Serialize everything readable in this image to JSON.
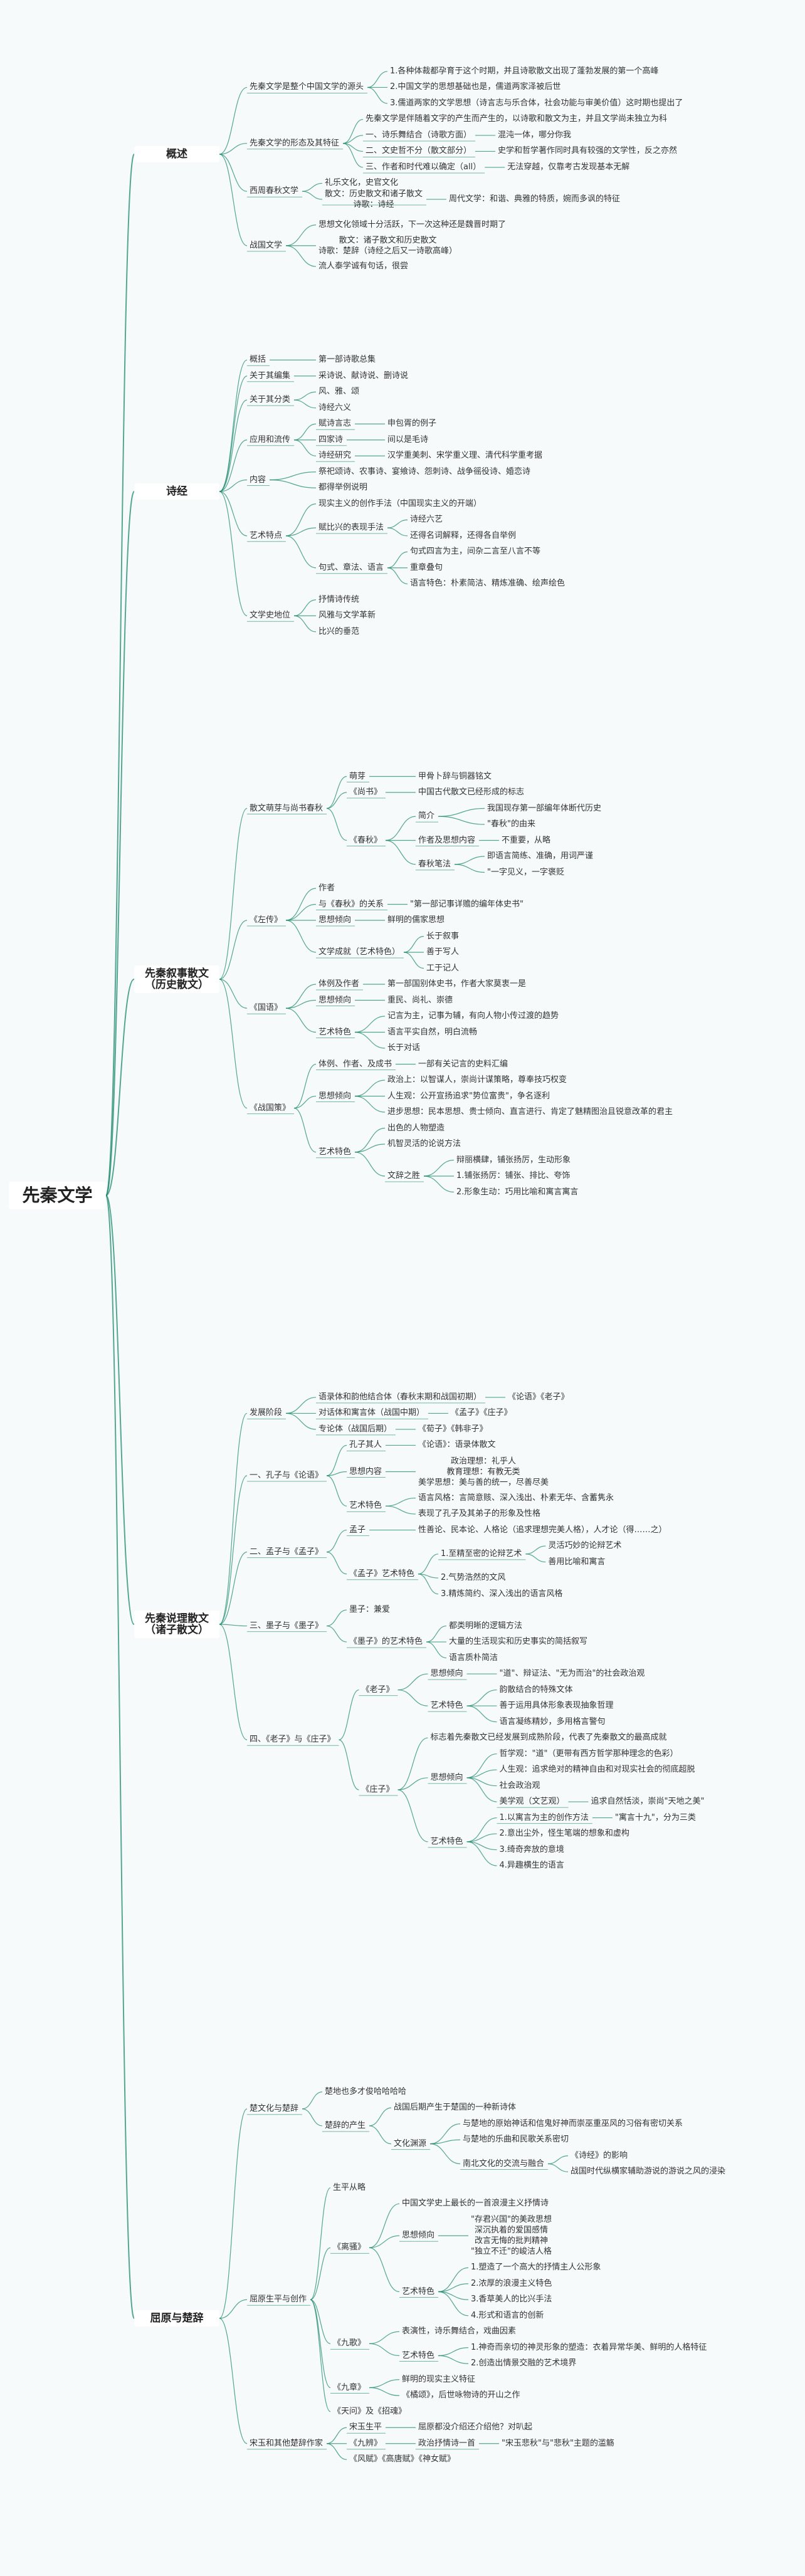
{
  "root": "先秦文学",
  "sections": [
    {
      "label": "概述",
      "children": [
        {
          "label": "先秦文学是整个中国文学的源头",
          "children": [
            {
              "label": "1.各种体裁都孕育于这个时期，并且诗歌散文出现了蓬勃发展的第一个高峰"
            },
            {
              "label": "2.中国文学的思想基础也是，儒道两家泽被后世"
            },
            {
              "label": "3.儒道两家的文学思想（诗言志与乐合体，社会功能与审美价值）这时期也提出了"
            }
          ]
        },
        {
          "label": "先秦文学的形态及其特征",
          "children": [
            {
              "label": "先秦文学是伴随着文字的产生而产生的，以诗歌和散文为主，并且文学尚未独立为科"
            },
            {
              "label": "一、诗乐舞结合（诗歌方面）",
              "children": [
                {
                  "label": "混沌一体，哪分你我"
                }
              ]
            },
            {
              "label": "二、文史哲不分（散文部分）",
              "children": [
                {
                  "label": "史学和哲学著作同时具有较强的文学性，反之亦然"
                }
              ]
            },
            {
              "label": "三、作者和时代难以确定（all）",
              "children": [
                {
                  "label": "无法穿越，仅靠考古发现基本无解"
                }
              ]
            }
          ]
        },
        {
          "label": "西周春秋文学",
          "children": [
            {
              "label": "礼乐文化，史官文化"
            },
            {
              "label": "散文：历史散文和诸子散文\n诗歌：诗经",
              "children": [
                {
                  "label": "周代文学：和谐、典雅的特质，婉而多讽的特征"
                }
              ]
            }
          ]
        },
        {
          "label": "战国文学",
          "children": [
            {
              "label": "思想文化领域十分活跃，下一次这种还是魏晋时期了"
            },
            {
              "label": "散文：诸子散文和历史散文\n诗歌：楚辞（诗经之后又一诗歌高峰）"
            },
            {
              "label": "流人泰学诚有句话，很尝"
            }
          ]
        }
      ]
    },
    {
      "label": "诗经",
      "children": [
        {
          "label": "概括",
          "children": [
            {
              "label": "第一部诗歌总集"
            }
          ]
        },
        {
          "label": "关于其编集",
          "children": [
            {
              "label": "采诗说、献诗说、删诗说"
            }
          ]
        },
        {
          "label": "关于其分类",
          "children": [
            {
              "label": "风、雅、颂"
            },
            {
              "label": "诗经六义"
            }
          ]
        },
        {
          "label": "应用和流传",
          "children": [
            {
              "label": "赋诗言志",
              "children": [
                {
                  "label": "申包胥的例子"
                }
              ]
            },
            {
              "label": "四家诗",
              "children": [
                {
                  "label": "间以是毛诗"
                }
              ]
            },
            {
              "label": "诗经研究",
              "children": [
                {
                  "label": "汉学重美刺、宋学重义理、清代科学重考据"
                }
              ]
            }
          ]
        },
        {
          "label": "内容",
          "children": [
            {
              "label": "祭祀颂诗、农事诗、宴飨诗、怨刺诗、战争徭役诗、婚恋诗"
            },
            {
              "label": "都得举例说明"
            }
          ]
        },
        {
          "label": "艺术特点",
          "children": [
            {
              "label": "现实主义的创作手法（中国现实主义的开端）"
            },
            {
              "label": "赋比兴的表现手法",
              "children": [
                {
                  "label": "诗经六艺"
                },
                {
                  "label": "还得名词解释，还得各自举例"
                }
              ]
            },
            {
              "label": "句式、章法、语言",
              "children": [
                {
                  "label": "句式四言为主，间杂二言至八言不等"
                },
                {
                  "label": "重章叠句"
                },
                {
                  "label": "语言特色：朴素简洁、精炼准确、绘声绘色"
                }
              ]
            }
          ]
        },
        {
          "label": "文学史地位",
          "children": [
            {
              "label": "抒情诗传统"
            },
            {
              "label": "风雅与文学革新"
            },
            {
              "label": "比兴的垂范"
            }
          ]
        }
      ]
    },
    {
      "label": "先秦叙事散文\n（历史散文）",
      "children": [
        {
          "label": "散文萌芽与尚书春秋",
          "children": [
            {
              "label": "萌芽",
              "children": [
                {
                  "label": "甲骨卜辞与铜器铭文"
                }
              ]
            },
            {
              "label": "《尚书》",
              "children": [
                {
                  "label": "中国古代散文已经形成的标志"
                }
              ]
            },
            {
              "label": "《春秋》",
              "children": [
                {
                  "label": "简介",
                  "children": [
                    {
                      "label": "我国现存第一部编年体断代历史"
                    },
                    {
                      "label": "\"春秋\"的由来"
                    }
                  ]
                },
                {
                  "label": "作者及思想内容",
                  "children": [
                    {
                      "label": "不重要，从略"
                    }
                  ]
                },
                {
                  "label": "春秋笔法",
                  "children": [
                    {
                      "label": "即语言简练、准确，用词严谨"
                    },
                    {
                      "label": "\"一字见义，一字褒贬"
                    }
                  ]
                }
              ]
            }
          ]
        },
        {
          "label": "《左传》",
          "children": [
            {
              "label": "作者"
            },
            {
              "label": "与《春秋》的关系",
              "children": [
                {
                  "label": "\"第一部记事详赡的编年体史书\""
                }
              ]
            },
            {
              "label": "思想倾向",
              "children": [
                {
                  "label": "鲜明的儒家思想"
                }
              ]
            },
            {
              "label": "文学成就（艺术特色）",
              "children": [
                {
                  "label": "长于叙事"
                },
                {
                  "label": "善于写人"
                },
                {
                  "label": "工于记人"
                }
              ]
            }
          ]
        },
        {
          "label": "《国语》",
          "children": [
            {
              "label": "体例及作者",
              "children": [
                {
                  "label": "第一部国别体史书，作者大家莫衷一是"
                }
              ]
            },
            {
              "label": "思想倾向",
              "children": [
                {
                  "label": "重民、尚礼、崇德"
                }
              ]
            },
            {
              "label": "艺术特色",
              "children": [
                {
                  "label": "记言为主，记事为辅，有向人物小传过渡的趋势"
                },
                {
                  "label": "语言平实自然，明白流畅"
                },
                {
                  "label": "长于对话"
                }
              ]
            }
          ]
        },
        {
          "label": "《战国策》",
          "children": [
            {
              "label": "体例、作者、及成书",
              "children": [
                {
                  "label": "一部有关记言的史料汇编"
                }
              ]
            },
            {
              "label": "思想倾向",
              "children": [
                {
                  "label": "政治上：以智谋人，崇尚计谋策略，尊奉技巧权变"
                },
                {
                  "label": "人生观：公开宣扬追求\"势位富贵\"，争名逐利"
                },
                {
                  "label": "进步思想：民本思想、贵士倾向、直言进行、肯定了魅精图治且锐意改革的君主"
                }
              ]
            },
            {
              "label": "艺术特色",
              "children": [
                {
                  "label": "出色的人物塑造"
                },
                {
                  "label": "机智灵活的论说方法"
                },
                {
                  "label": "文辞之胜",
                  "children": [
                    {
                      "label": "辩丽横肆，铺张扬厉，生动形象"
                    },
                    {
                      "label": "1.铺张扬厉：铺张、排比、夸饰"
                    },
                    {
                      "label": "2.形象生动：巧用比喻和寓言寓言"
                    }
                  ]
                }
              ]
            }
          ]
        }
      ]
    },
    {
      "label": "先秦说理散文\n（诸子散文）",
      "children": [
        {
          "label": "发展阶段",
          "children": [
            {
              "label": "语录体和韵他结合体（春秋末期和战国初期）",
              "children": [
                {
                  "label": "《论语》《老子》"
                }
              ]
            },
            {
              "label": "对话体和寓言体（战国中期）",
              "children": [
                {
                  "label": "《孟子》《庄子》"
                }
              ]
            },
            {
              "label": "专论体（战国后期）",
              "children": [
                {
                  "label": "《荀子》《韩非子》"
                }
              ]
            }
          ]
        },
        {
          "label": "一、孔子与《论语》",
          "children": [
            {
              "label": "孔子其人",
              "children": [
                {
                  "label": "《论语》：语录体散文"
                }
              ]
            },
            {
              "label": "思想内容",
              "children": [
                {
                  "label": "政治理想：礼乎人\n教育理想：有教无类\n美学思想：美与善的统一，尽善尽美"
                }
              ]
            },
            {
              "label": "艺术特色",
              "children": [
                {
                  "label": "语言风格：言简意赅、深入浅出、朴素无华、含蓄隽永"
                },
                {
                  "label": "表现了孔子及其弟子的形象及性格"
                }
              ]
            }
          ]
        },
        {
          "label": "二、孟子与《孟子》",
          "children": [
            {
              "label": "孟子",
              "children": [
                {
                  "label": "性善论、民本论、人格论（追求理想完美人格），人才论（得……之）"
                }
              ]
            },
            {
              "label": "《孟子》艺术特色",
              "children": [
                {
                  "label": "1.至精至密的论辩艺术",
                  "children": [
                    {
                      "label": "灵活巧妙的论辩艺术"
                    },
                    {
                      "label": "善用比喻和寓言"
                    }
                  ]
                },
                {
                  "label": "2.气势浩然的文风"
                },
                {
                  "label": "3.精炼简约、深入浅出的语言风格"
                }
              ]
            }
          ]
        },
        {
          "label": "三、墨子与《墨子》",
          "children": [
            {
              "label": "墨子：兼爱"
            },
            {
              "label": "《墨子》的艺术特色",
              "children": [
                {
                  "label": "都类明晰的逻辑方法"
                },
                {
                  "label": "大量的生活现实和历史事实的简括叙写"
                },
                {
                  "label": "语言质朴简洁"
                }
              ]
            }
          ]
        },
        {
          "label": "四、《老子》与《庄子》",
          "children": [
            {
              "label": "《老子》",
              "children": [
                {
                  "label": "思想倾向",
                  "children": [
                    {
                      "label": "\"道\"、辩证法、\"无为而治\"的社会政治观"
                    }
                  ]
                },
                {
                  "label": "艺术特色",
                  "children": [
                    {
                      "label": "韵散结合的特殊文体"
                    },
                    {
                      "label": "善于运用具体形象表现抽象哲理"
                    },
                    {
                      "label": "语言凝练精妙，多用格言警句"
                    }
                  ]
                }
              ]
            },
            {
              "label": "《庄子》",
              "children": [
                {
                  "label": "标志着先秦散文已经发展到成熟阶段，代表了先秦散文的最高成就"
                },
                {
                  "label": "思想倾向",
                  "children": [
                    {
                      "label": "哲学观：\"道\"（更带有西方哲学那种理念的色彩）"
                    },
                    {
                      "label": "人生观：追求绝对的精神自由和对现实社会的彻底超脱"
                    },
                    {
                      "label": "社会政治观"
                    },
                    {
                      "label": "美学观（文艺观）",
                      "children": [
                        {
                          "label": "追求自然恬淡，崇尚\"天地之美\""
                        }
                      ]
                    }
                  ]
                },
                {
                  "label": "艺术特色",
                  "children": [
                    {
                      "label": "1.以寓言为主的创作方法",
                      "children": [
                        {
                          "label": "\"寓言十九\"，分为三类"
                        }
                      ]
                    },
                    {
                      "label": "2.意出尘外，怪生笔端的想象和虚构"
                    },
                    {
                      "label": "3.绮奇奔放的意境"
                    },
                    {
                      "label": "4.异趣横生的语言"
                    }
                  ]
                }
              ]
            }
          ]
        }
      ]
    },
    {
      "label": "屈原与楚辞",
      "children": [
        {
          "label": "楚文化与楚辞",
          "children": [
            {
              "label": "楚地也多才俊哈哈哈哈"
            },
            {
              "label": "楚辞的产生",
              "children": [
                {
                  "label": "战国后期产生于楚国的一种新诗体"
                },
                {
                  "label": "文化渊源",
                  "children": [
                    {
                      "label": "与楚地的原始神话和信鬼好神而崇巫重巫风的习俗有密切关系"
                    },
                    {
                      "label": "与楚地的乐曲和民歌关系密切"
                    },
                    {
                      "label": "南北文化的交流与融合",
                      "children": [
                        {
                          "label": "《诗经》的影响"
                        },
                        {
                          "label": "战国时代纵横家辅助游说的游说之风的浸染"
                        }
                      ]
                    }
                  ]
                }
              ]
            }
          ]
        },
        {
          "label": "屈原生平与创作",
          "children": [
            {
              "label": "生平从略"
            },
            {
              "label": "《离骚》",
              "children": [
                {
                  "label": "中国文学史上最长的一首浪漫主义抒情诗"
                },
                {
                  "label": "思想倾向",
                  "children": [
                    {
                      "label": "\"存君兴国\"的美政思想\n深沉执着的爱国感情\n改言无悔的批判精神\n\"独立不迁\"的峻洁人格"
                    }
                  ]
                },
                {
                  "label": "艺术特色",
                  "children": [
                    {
                      "label": "1.塑造了一个高大的抒情主人公形象"
                    },
                    {
                      "label": "2.浓厚的浪漫主义特色"
                    },
                    {
                      "label": "3.香草美人的比兴手法"
                    },
                    {
                      "label": "4.形式和语言的创新"
                    }
                  ]
                }
              ]
            },
            {
              "label": "《九歌》",
              "children": [
                {
                  "label": "表演性，诗乐舞结合，戏曲因素"
                },
                {
                  "label": "艺术特色",
                  "children": [
                    {
                      "label": "1.神奇而亲切的神灵形象的塑造：衣着异常华美、鲜明的人格特征"
                    },
                    {
                      "label": "2.创造出情景交融的艺术境界"
                    }
                  ]
                }
              ]
            },
            {
              "label": "《九章》",
              "children": [
                {
                  "label": "鲜明的现实主义特征"
                },
                {
                  "label": "《橘颂》，后世咏物诗的开山之作"
                }
              ]
            },
            {
              "label": "《天问》及《招魂》"
            }
          ]
        },
        {
          "label": "宋玉和其他楚辞作家",
          "children": [
            {
              "label": "宋玉生平",
              "children": [
                {
                  "label": "屈原都没介绍还介绍他？对叭起"
                }
              ]
            },
            {
              "label": "《九辨》",
              "children": [
                {
                  "label": "政治抒情诗一首",
                  "children": [
                    {
                      "label": "\"宋玉悲秋\"与\"悲秋\"主题的滥觞"
                    }
                  ]
                }
              ]
            },
            {
              "label": "《风赋》《高唐赋》《神女赋》"
            }
          ]
        }
      ]
    }
  ],
  "colors": {
    "link": "#1f8a6e",
    "background": "#f6fafb",
    "node": "#ffffff"
  }
}
